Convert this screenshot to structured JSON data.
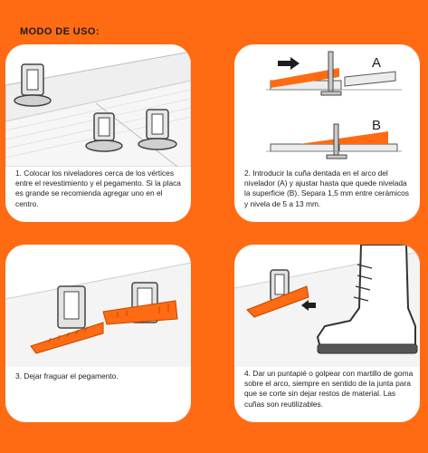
{
  "page": {
    "title": "MODO DE USO:"
  },
  "colors": {
    "accent": "#ff6b13",
    "panel": "#ffffff",
    "text": "#1e1e1e"
  },
  "steps": [
    {
      "caption": "1. Colocar los niveladores cerca de los vértices entre el revestimiento y el pegamento. Si la placa es grande se recomienda agregar uno en el centro."
    },
    {
      "caption": "2. Introducir la cuña dentada en el arco del nivelador (A) y  ajustar hasta que quede nivelada la superficie (B).  Separa 1,5 mm entre cerámicos y nivela de 5 a 13 mm.",
      "labels": [
        "A",
        "B"
      ]
    },
    {
      "caption": "3. Dejar fraguar el pegamento."
    },
    {
      "caption": "4. Dar un puntapié o golpear con martillo de goma sobre el arco, siempre en sentido de la junta para que se corte sin dejar restos de material. Las cuñas son reutilizables."
    }
  ]
}
